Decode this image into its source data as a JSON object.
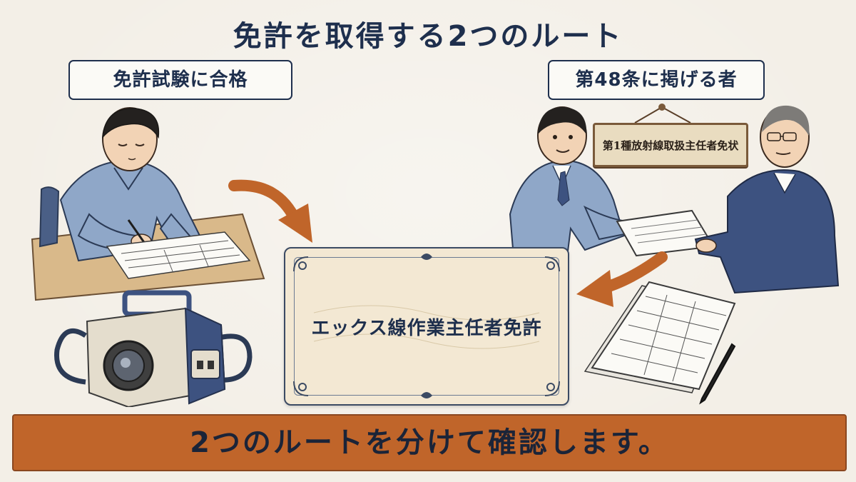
{
  "title": "免許を取得する2つのルート",
  "routes": {
    "left": "免許試験に合格",
    "right": "第48条に掲げる者"
  },
  "plaque_text": "第1種放射線取扱主任者免状",
  "license_card_text": "エックス線作業主任者免許",
  "banner_text": "2つのルートを分けて確認します。",
  "colors": {
    "navy": "#1e2f4d",
    "arrow": "#c0652a",
    "banner": "#c0652a",
    "card": "#f3e8d3",
    "background": "#f3efe7"
  },
  "icons": [
    "exam-writing-worker",
    "xray-device",
    "certificate-handover",
    "arrow",
    "document-pen"
  ]
}
